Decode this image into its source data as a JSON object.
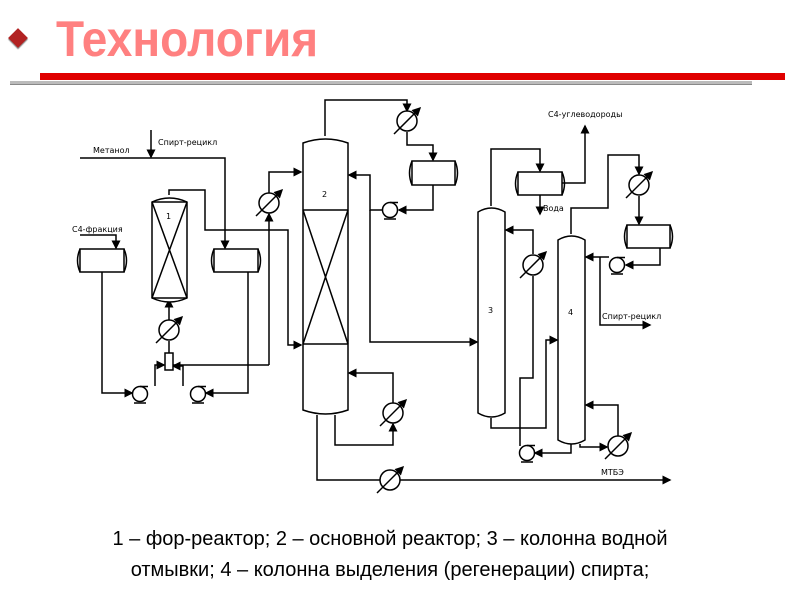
{
  "slide": {
    "title": "Технология"
  },
  "diagram": {
    "labels": {
      "methanol": "Метанол",
      "alcohol_recycle_in": "Спирт-рецикл",
      "c4_fraction": "С4-фракция",
      "c4_hydrocarbons": "С4-углеводороды",
      "water": "Вода",
      "alcohol_recycle_out": "Спирт-рецикл",
      "mtbe": "МТБЭ",
      "unit1": "1",
      "unit2": "2",
      "unit3": "3",
      "unit4": "4"
    }
  },
  "caption": {
    "line1": "1 – фор-реактор; 2 – основной реактор; 3 – колонна водной",
    "line2": "отмывки; 4 – колонна выделения (регенерации) спирта;"
  }
}
